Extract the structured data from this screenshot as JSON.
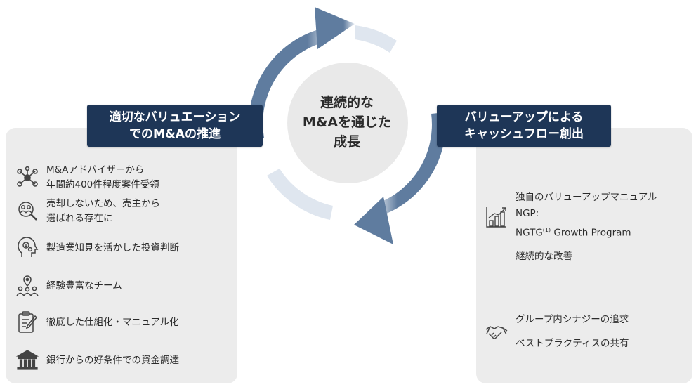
{
  "center": {
    "line1": "連続的な",
    "line2": "M&Aを通じた",
    "line3": "成長"
  },
  "left_title": {
    "line1": "適切なバリュエーション",
    "line2": "でのM&Aの推進"
  },
  "right_title": {
    "line1": "バリューアップによる",
    "line2": "キャッシュフロー創出"
  },
  "left_items": [
    {
      "icon": "network-icon",
      "line1": "M&Aアドバイザーから",
      "line2": "年間約400件程度案件受領"
    },
    {
      "icon": "people-search-icon",
      "line1": "売却しないため、売主から",
      "line2": "選ばれる存在に"
    },
    {
      "icon": "head-gears-icon",
      "line1": "製造業知見を活かした投資判断",
      "line2": ""
    },
    {
      "icon": "team-location-icon",
      "line1": "経験豊富なチーム",
      "line2": ""
    },
    {
      "icon": "clipboard-pen-icon",
      "line1": "徹底した仕組化・マニュアル化",
      "line2": ""
    },
    {
      "icon": "bank-icon",
      "line1": "銀行からの好条件での資金調達",
      "line2": ""
    }
  ],
  "right_items": {
    "growth": {
      "icon": "growth-chart-icon",
      "line1": "独自のバリューアップマニュアル",
      "line2": "NGP:",
      "line3_pre": "NGTG",
      "line3_sup": "(1)",
      "line3_post": " Growth Program",
      "line4": "継続的な改善"
    },
    "synergy": {
      "icon": "handshake-icon",
      "line1": "グループ内シナジーの追求",
      "line2": "ベストプラクティスの共有"
    }
  },
  "colors": {
    "navy": "#1e3657",
    "arrow": "#5f7c9f",
    "panel": "#ececec",
    "center_circle": "#e9e9e9"
  }
}
